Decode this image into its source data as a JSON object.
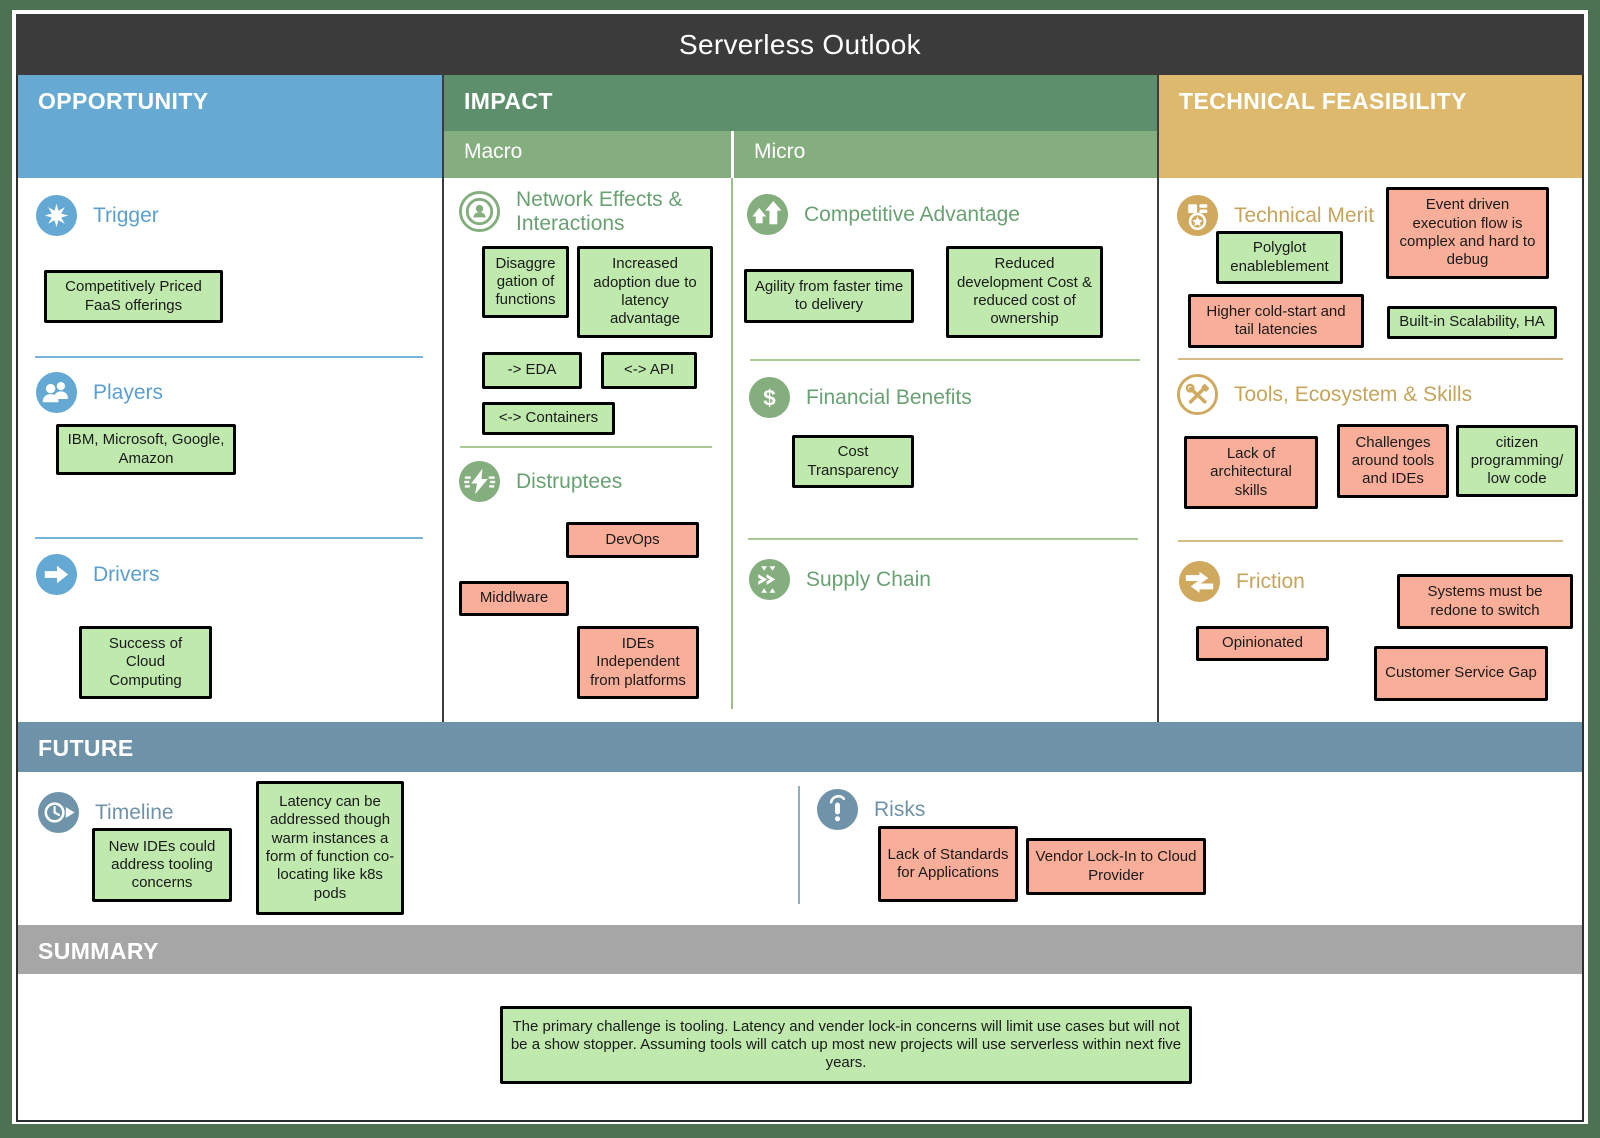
{
  "title": "Serverless Outlook",
  "palette": {
    "frame": "#4d7253",
    "title_bar": "#3b3b3b",
    "opportunity_header": "#66a9d2",
    "impact_header": "#5e8f6d",
    "impact_subheader": "#85ae7e",
    "technical_header": "#dcb96d",
    "future_header": "#6e93a8",
    "summary_header": "#a6a6a6",
    "note_green": "#bfe9ad",
    "note_red": "#f8ae98"
  },
  "headers": {
    "opportunity": "OPPORTUNITY",
    "impact": "IMPACT",
    "impact_macro": "Macro",
    "impact_micro": "Micro",
    "technical": "TECHNICAL FEASIBILITY",
    "future": "FUTURE",
    "summary": "SUMMARY"
  },
  "opportunity": {
    "trigger": {
      "label": "Trigger",
      "icon": "star-burst",
      "notes": [
        "Competitively Priced FaaS offerings"
      ]
    },
    "players": {
      "label": "Players",
      "icon": "people",
      "notes": [
        "IBM, Microsoft, Google, Amazon"
      ]
    },
    "drivers": {
      "label": "Drivers",
      "icon": "forward-arrow",
      "notes": [
        "Success of Cloud Computing"
      ]
    }
  },
  "impact_macro": {
    "network_effects": {
      "label": "Network Effects & Interactions",
      "icon": "broadcast-person",
      "notes": [
        "Disaggre gation of functions",
        "Increased adoption due to latency advantage",
        "-> EDA",
        "<-> API",
        "<-> Containers"
      ]
    },
    "distruptees": {
      "label": "Distruptees",
      "icon": "lightning",
      "notes": [
        "DevOps",
        "Middlware",
        "IDEs Independent from platforms"
      ]
    }
  },
  "impact_micro": {
    "competitive_advantage": {
      "label": "Competitive Advantage",
      "icon": "double-up-arrows",
      "notes": [
        "Agility from faster time to delivery",
        "Reduced development Cost & reduced cost of ownership"
      ]
    },
    "financial_benefits": {
      "label": "Financial Benefits",
      "icon": "dollar-sign",
      "notes": [
        "Cost Transparency"
      ]
    },
    "supply_chain": {
      "label": "Supply Chain",
      "icon": "flow-arrows",
      "notes": []
    }
  },
  "technical": {
    "technical_merit": {
      "label": "Technical Merit",
      "icon": "medal",
      "notes": [
        "Event driven execution flow is complex and hard to debug",
        "Polyglot enableblement",
        "Higher cold-start and tail latencies",
        "Built-in Scalability, HA"
      ]
    },
    "tools_ecosystem": {
      "label": "Tools, Ecosystem & Skills",
      "icon": "crossed-tools",
      "notes": [
        "Lack of architectural skills",
        "Challenges around tools and IDEs",
        "citizen programming/ low code"
      ]
    },
    "friction": {
      "label": "Friction",
      "icon": "opposing-arrows",
      "notes": [
        "Systems must be redone to switch",
        "Opinionated",
        "Customer Service Gap"
      ]
    }
  },
  "future": {
    "timeline": {
      "label": "Timeline",
      "icon": "clock-arrow",
      "notes": [
        "New IDEs could address tooling concerns",
        "Latency can be addressed though warm instances a form of function co-locating like k8s pods"
      ]
    },
    "risks": {
      "label": "Risks",
      "icon": "alert-lock",
      "notes": [
        "Lack of Standards for Applications",
        "Vendor Lock-In to Cloud Provider"
      ]
    }
  },
  "summary_note": "The primary challenge is tooling. Latency and vender lock-in concerns will limit use cases but will not be a show stopper. Assuming tools will catch up most new projects will use serverless within next five years."
}
